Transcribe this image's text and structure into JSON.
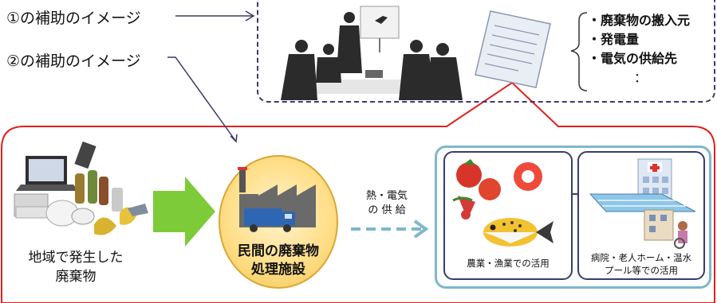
{
  "labels": {
    "subsidy1": "①の補助のイメージ",
    "subsidy2": "②の補助のイメージ"
  },
  "report_items": [
    "・廃棄物の搬入元",
    "・発電量",
    "・電気の供給先",
    "："
  ],
  "waste": {
    "line1": "地域で発生した",
    "line2": "廃棄物"
  },
  "facility": {
    "line1": "民間の廃棄物",
    "line2": "処理施設"
  },
  "supply": {
    "line1": "熱・電気",
    "line2": "の 供 給"
  },
  "uses": {
    "agri_fish": "農業・漁業での活用",
    "facilities_line1": "病院・老人ホーム・温水",
    "facilities_line2": "プール等での活用"
  },
  "colors": {
    "red_outline": "#e02020",
    "navy_dashed": "#3c3a6a",
    "green_arrow": "#7ecb3a",
    "teal_arrow": "#7fb8c8",
    "facility_fill": "#ffdf8a"
  }
}
